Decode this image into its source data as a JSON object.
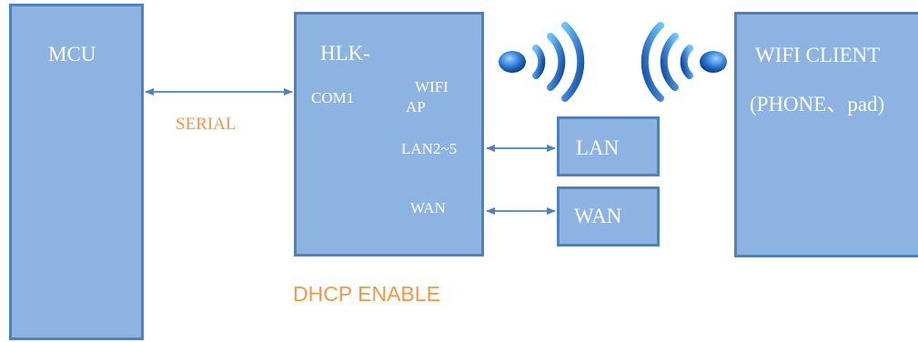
{
  "mcu": {
    "label": "MCU"
  },
  "module": {
    "title": "HLK-",
    "com_port": "COM1",
    "wifi_line1": "WIFI",
    "wifi_line2": "AP",
    "lan_port": "LAN2~5",
    "wan_port": "WAN"
  },
  "serial_label": "SERIAL",
  "lan_box": {
    "label": "LAN"
  },
  "wan_box": {
    "label": "WAN"
  },
  "client": {
    "line1": "WIFI CLIENT",
    "line2": "(PHONE、pad)"
  },
  "dhcp_label": "DHCP ENABLE",
  "icons": {
    "signal_out": "wifi-signal-right-icon",
    "signal_in": "wifi-signal-left-icon"
  },
  "colors": {
    "box_fill": "#8db3e2",
    "box_border": "#4f81bd",
    "arrow": "#4f81bd",
    "label_text": "#ffffff",
    "accent_text": "#f79646",
    "wifi_blue": "#1565c0"
  }
}
